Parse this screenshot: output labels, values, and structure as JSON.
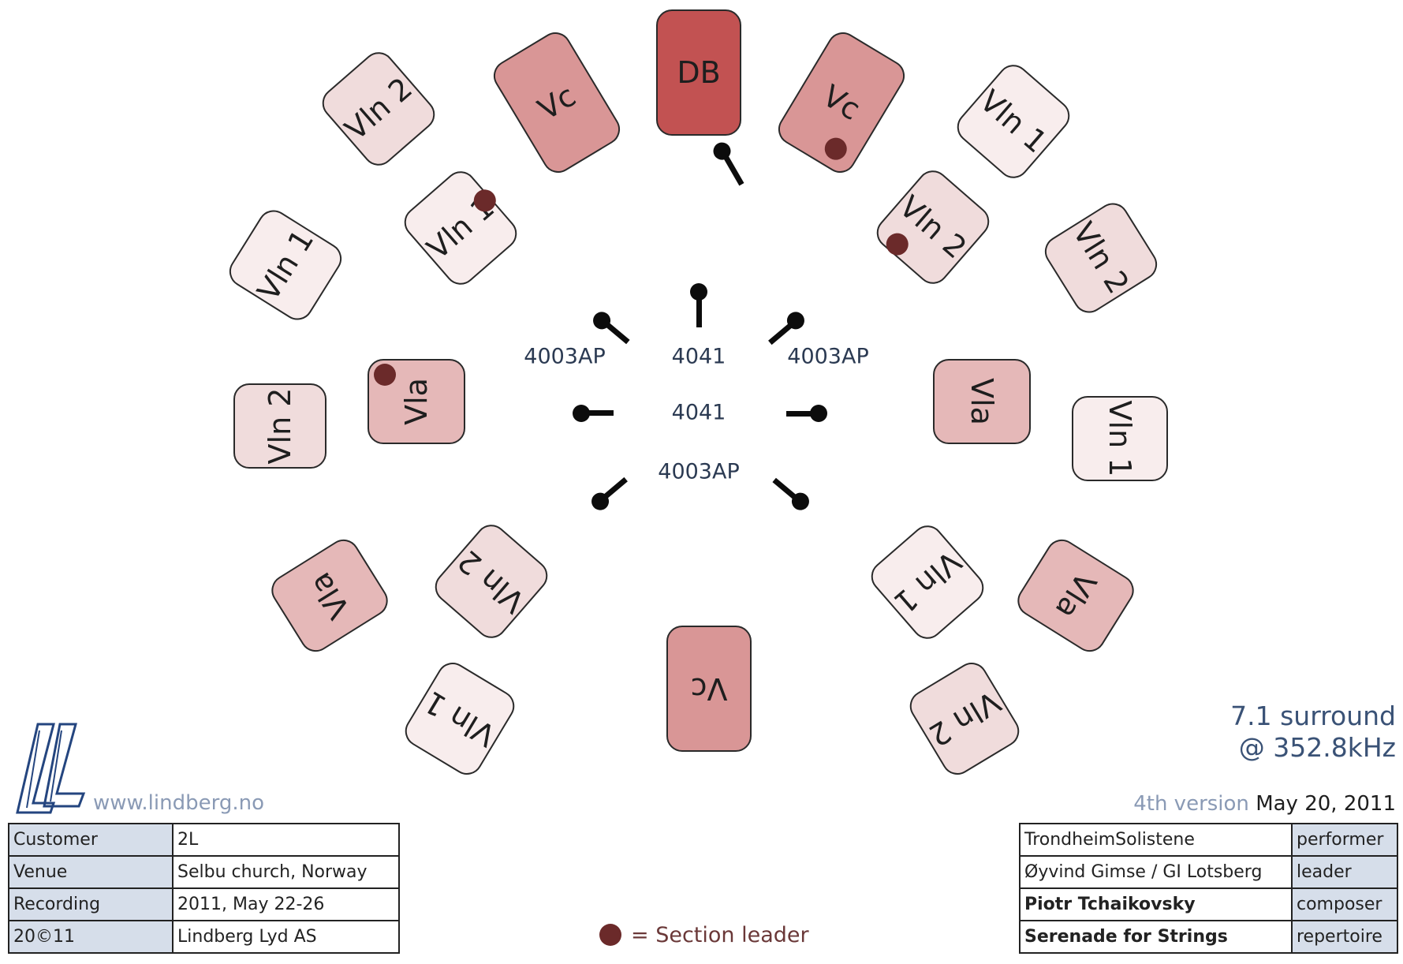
{
  "colors": {
    "vln1": "#f8eded",
    "vln2": "#f0dcdc",
    "vla": "#e5b8b8",
    "vc": "#d99696",
    "db": "#c25252",
    "section_leader_dot": "#6b2a2a",
    "mic": "#0c0c0c",
    "table_key_bg": "#d6deea"
  },
  "instruments": [
    {
      "id": "db-top",
      "label": "DB",
      "cls": "db",
      "leader": false
    },
    {
      "id": "vc-top-left",
      "label": "Vc",
      "cls": "vc",
      "leader": false
    },
    {
      "id": "vc-top-right",
      "label": "Vc",
      "cls": "vc",
      "leader": true
    },
    {
      "id": "vln2-outer-upper-left",
      "label": "Vln 2",
      "cls": "vln2",
      "leader": false
    },
    {
      "id": "vln1-inner-upper-left",
      "label": "Vln 1",
      "cls": "vln1",
      "leader": true
    },
    {
      "id": "vln1-outer-left",
      "label": "Vln 1",
      "cls": "vln1",
      "leader": false
    },
    {
      "id": "vln2-outer-mid-left",
      "label": "Vln 2",
      "cls": "vln2",
      "leader": false
    },
    {
      "id": "vla-inner-left",
      "label": "Vla",
      "cls": "vla",
      "leader": true
    },
    {
      "id": "vla-outer-lower-left",
      "label": "Vla",
      "cls": "vla",
      "leader": false
    },
    {
      "id": "vln2-inner-lower-left",
      "label": "Vln 2",
      "cls": "vln2",
      "leader": false
    },
    {
      "id": "vln1-lower-left",
      "label": "Vln 1",
      "cls": "vln1",
      "leader": false
    },
    {
      "id": "vc-bottom",
      "label": "Vc",
      "cls": "vc",
      "leader": false
    },
    {
      "id": "vln1-outer-upper-right",
      "label": "Vln 1",
      "cls": "vln1",
      "leader": false
    },
    {
      "id": "vln2-inner-upper-right",
      "label": "Vln 2",
      "cls": "vln2",
      "leader": true
    },
    {
      "id": "vln2-outer-right",
      "label": "Vln 2",
      "cls": "vln2",
      "leader": false
    },
    {
      "id": "vla-inner-right",
      "label": "Vla",
      "cls": "vla",
      "leader": false
    },
    {
      "id": "vln1-outer-mid-right",
      "label": "Vln 1",
      "cls": "vln1",
      "leader": false
    },
    {
      "id": "vln1-inner-lower-right",
      "label": "Vln 1",
      "cls": "vln1",
      "leader": false
    },
    {
      "id": "vla-outer-lower-right",
      "label": "Vla",
      "cls": "vla",
      "leader": false
    },
    {
      "id": "vln2-lower-right",
      "label": "Vln 2",
      "cls": "vln2",
      "leader": false
    }
  ],
  "microphones": [
    {
      "id": "top-front"
    },
    {
      "id": "front-center"
    },
    {
      "id": "front-left"
    },
    {
      "id": "front-right"
    },
    {
      "id": "side-left"
    },
    {
      "id": "side-right"
    },
    {
      "id": "rear-left"
    },
    {
      "id": "rear-right"
    }
  ],
  "mic_labels": {
    "front_left": "4003AP",
    "front_center": "4041",
    "front_right": "4003AP",
    "middle": "4041",
    "rear": "4003AP"
  },
  "logo": {
    "url": "www.lindberg.no"
  },
  "format": {
    "line1": "7.1 surround",
    "line2": "@ 352.8kHz"
  },
  "version": {
    "label": "4th version",
    "date": "May 20, 2011"
  },
  "info_left": [
    {
      "key": "Customer",
      "value": "2L"
    },
    {
      "key": "Venue",
      "value": "Selbu church, Norway"
    },
    {
      "key": "Recording",
      "value": "2011, May 22-26"
    },
    {
      "key": "20©11",
      "value": "Lindberg Lyd AS"
    }
  ],
  "info_right": [
    {
      "value": "TrondheimSolistene",
      "key": "performer",
      "bold": false
    },
    {
      "value": "Øyvind Gimse / GI Lotsberg",
      "key": "leader",
      "bold": false
    },
    {
      "value": "Piotr Tchaikovsky",
      "key": "composer",
      "bold": true
    },
    {
      "value": "Serenade for Strings",
      "key": "repertoire",
      "bold": true
    }
  ],
  "legend": {
    "text": "= Section leader"
  }
}
